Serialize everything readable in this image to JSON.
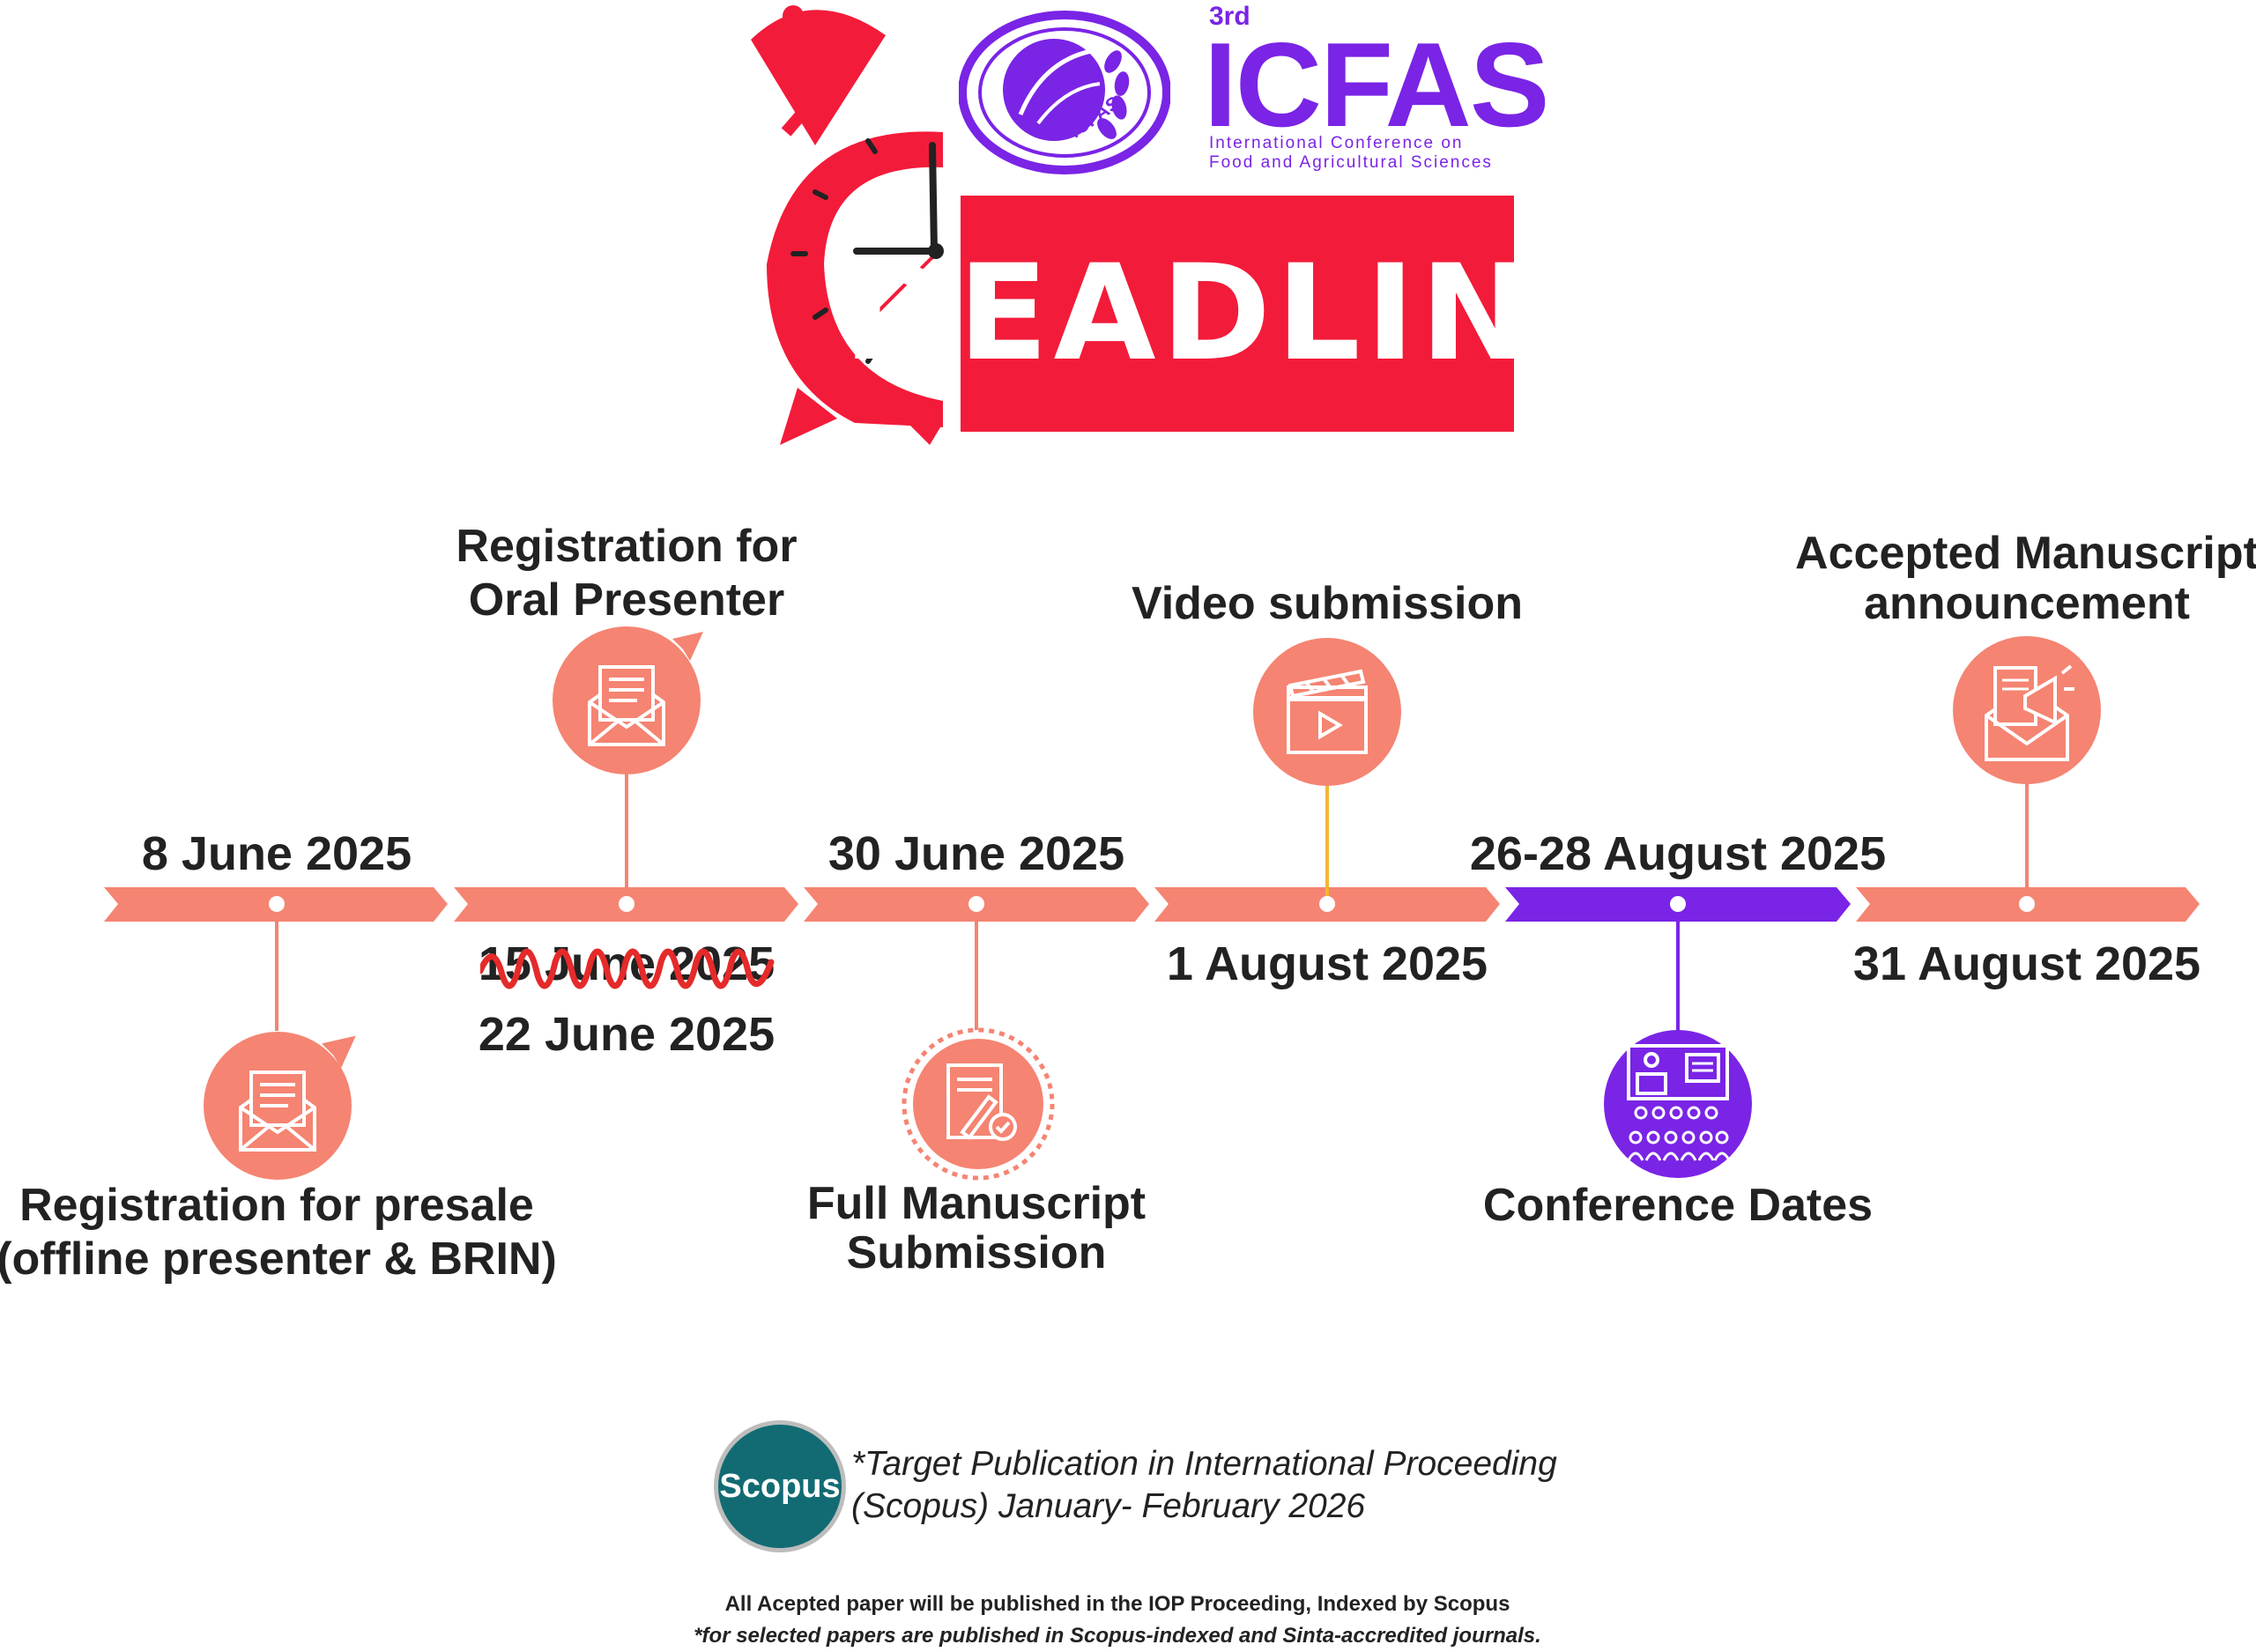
{
  "header": {
    "edition": "3rd",
    "logo_title": "ICFAS",
    "logo_ring_text": "ICFAS",
    "subtitle_line1": "International Conference on",
    "subtitle_line2": "Food and Agricultural Sciences",
    "banner": "DEADLINE"
  },
  "timeline": {
    "milestones": [
      {
        "date": "8 June 2025",
        "label_lines": [
          "Registration for presale",
          "(offline presenter & BRIN)"
        ],
        "icon": "mail-letter-icon"
      },
      {
        "date_struck": "15 June 2025",
        "date": "22 June 2025",
        "label_lines": [
          "Registration for",
          "Oral Presenter"
        ],
        "icon": "mail-letter-icon"
      },
      {
        "date": "30 June 2025",
        "label_lines": [
          "Full Manuscript",
          "Submission"
        ],
        "icon": "document-signature-icon"
      },
      {
        "date": "1 August 2025",
        "label_lines": [
          "Video submission"
        ],
        "icon": "clapperboard-icon"
      },
      {
        "date": "26-28 August 2025",
        "label_lines": [
          "Conference Dates"
        ],
        "icon": "conference-audience-icon"
      },
      {
        "date": "31 August 2025",
        "label_lines": [
          "Accepted Manuscript",
          "announcement"
        ],
        "icon": "megaphone-mail-icon"
      }
    ]
  },
  "scopus": {
    "badge": "Scopus",
    "line1": "*Target Publication in International Proceeding",
    "line2": "(Scopus) January- February 2026"
  },
  "footer": {
    "line1": "All Acepted paper will be published in the IOP Proceeding, Indexed by Scopus",
    "line2": "*for selected papers are published in Scopus-indexed and Sinta-accredited journals."
  },
  "colors": {
    "salmon": "#f58472",
    "purple": "#7a24e6",
    "red": "#f31b3a",
    "gold": "#f2b632",
    "scopus_teal": "#126b73"
  }
}
